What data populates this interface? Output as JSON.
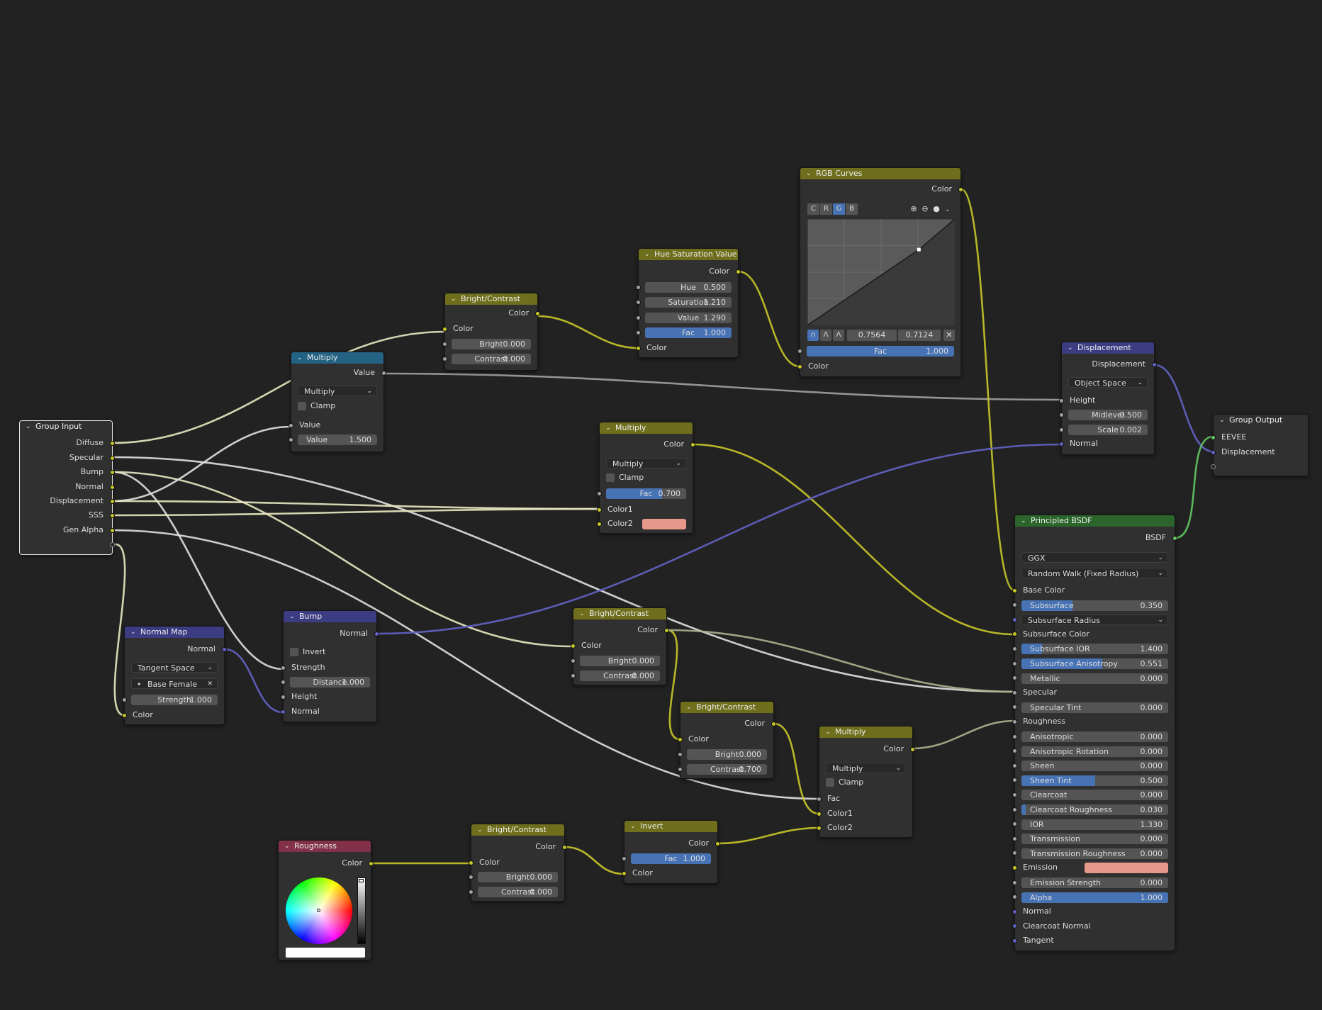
{
  "colors": {
    "yellow": "#c7c729",
    "gray": "#a1a1a1",
    "purple": "#6363c7",
    "green": "#63c763",
    "emission": "#e8978b",
    "header_converter": "#246283",
    "header_color": "#6e6e1d",
    "header_vector": "#3c3c83",
    "header_shader": "#2b652b",
    "header_input": "#83314a"
  },
  "group_input": {
    "title": "Group Input",
    "outputs": [
      "Diffuse",
      "Specular",
      "Bump",
      "Normal",
      "Displacement",
      "SSS",
      "Gen Alpha"
    ]
  },
  "multiply1": {
    "title": "Multiply",
    "out": "Value",
    "mode": "Multiply",
    "clamp": "Clamp",
    "in_value": "Value",
    "value_label": "Value",
    "value": "1.500"
  },
  "bc1": {
    "title": "Bright/Contrast",
    "out": "Color",
    "in_color": "Color",
    "bright_label": "Bright",
    "bright": "0.000",
    "contrast_label": "Contrast",
    "contrast": "0.000"
  },
  "hsv": {
    "title": "Hue Saturation Value",
    "out": "Color",
    "hue_label": "Hue",
    "hue": "0.500",
    "sat_label": "Saturation",
    "sat": "1.210",
    "val_label": "Value",
    "val": "1.290",
    "fac_label": "Fac",
    "fac": "1.000",
    "in_color": "Color"
  },
  "curves": {
    "title": "RGB Curves",
    "out": "Color",
    "channels": [
      "C",
      "R",
      "G",
      "B"
    ],
    "px": "0.7564",
    "py": "0.7124",
    "fac_label": "Fac",
    "fac": "1.000",
    "in_color": "Color",
    "point": [
      0.7564,
      0.7124
    ]
  },
  "displacement": {
    "title": "Displacement",
    "out": "Displacement",
    "space": "Object Space",
    "in_height": "Height",
    "mid_label": "Midlevel",
    "mid": "0.500",
    "scale_label": "Scale",
    "scale": "0.002",
    "in_normal": "Normal"
  },
  "group_output": {
    "title": "Group Output",
    "inputs": [
      "EEVEE",
      "Displacement"
    ]
  },
  "multiply2": {
    "title": "Multiply",
    "out": "Color",
    "mode": "Multiply",
    "clamp": "Clamp",
    "fac_label": "Fac",
    "fac": "0.700",
    "c1": "Color1",
    "c2": "Color2"
  },
  "normal_map": {
    "title": "Normal Map",
    "out": "Normal",
    "space": "Tangent Space",
    "uvmap": "Base Female",
    "str_label": "Strength",
    "str": "1.000",
    "in_color": "Color"
  },
  "bump": {
    "title": "Bump",
    "out": "Normal",
    "invert": "Invert",
    "in_strength": "Strength",
    "dist_label": "Distance",
    "dist": "1.000",
    "in_height": "Height",
    "in_normal": "Normal"
  },
  "bc2": {
    "title": "Bright/Contrast",
    "out": "Color",
    "in_color": "Color",
    "bright_label": "Bright",
    "bright": "0.000",
    "contrast_label": "Contrast",
    "contrast": "0.000"
  },
  "bc3": {
    "title": "Bright/Contrast",
    "out": "Color",
    "in_color": "Color",
    "bright_label": "Bright",
    "bright": "0.000",
    "contrast_label": "Contrast",
    "contrast": "-0.700"
  },
  "multiply3": {
    "title": "Multiply",
    "out": "Color",
    "mode": "Multiply",
    "clamp": "Clamp",
    "fac": "Fac",
    "c1": "Color1",
    "c2": "Color2"
  },
  "roughness": {
    "title": "Roughness",
    "out": "Color"
  },
  "bc4": {
    "title": "Bright/Contrast",
    "out": "Color",
    "in_color": "Color",
    "bright_label": "Bright",
    "bright": "0.000",
    "contrast_label": "Contrast",
    "contrast": "0.000"
  },
  "invert": {
    "title": "Invert",
    "out": "Color",
    "fac_label": "Fac",
    "fac": "1.000",
    "in_color": "Color"
  },
  "bsdf": {
    "title": "Principled BSDF",
    "out": "BSDF",
    "dist": "GGX",
    "ss_method": "Random Walk (Fixed Radius)",
    "rows": [
      {
        "label": "Base Color",
        "type": "socket",
        "sock": "y"
      },
      {
        "label": "Subsurface",
        "value": "0.350",
        "fill": 0.35,
        "sock": "g"
      },
      {
        "label": "Subsurface Radius",
        "type": "combo",
        "sock": "p"
      },
      {
        "label": "Subsurface Color",
        "type": "socket",
        "sock": "y"
      },
      {
        "label": "Subsurface IOR",
        "value": "1.400",
        "fill": 0.14,
        "sock": "g"
      },
      {
        "label": "Subsurface Anisotropy",
        "value": "0.551",
        "fill": 0.551,
        "sock": "g"
      },
      {
        "label": "Metallic",
        "value": "0.000",
        "fill": 0,
        "sock": "g"
      },
      {
        "label": "Specular",
        "type": "socket",
        "sock": "g"
      },
      {
        "label": "Specular Tint",
        "value": "0.000",
        "fill": 0,
        "sock": "g"
      },
      {
        "label": "Roughness",
        "type": "socket",
        "sock": "g"
      },
      {
        "label": "Anisotropic",
        "value": "0.000",
        "fill": 0,
        "sock": "g"
      },
      {
        "label": "Anisotropic Rotation",
        "value": "0.000",
        "fill": 0,
        "sock": "g"
      },
      {
        "label": "Sheen",
        "value": "0.000",
        "fill": 0,
        "sock": "g"
      },
      {
        "label": "Sheen Tint",
        "value": "0.500",
        "fill": 0.5,
        "sock": "g"
      },
      {
        "label": "Clearcoat",
        "value": "0.000",
        "fill": 0,
        "sock": "g"
      },
      {
        "label": "Clearcoat Roughness",
        "value": "0.030",
        "fill": 0.03,
        "sock": "g"
      },
      {
        "label": "IOR",
        "value": "1.330",
        "fill": 0,
        "sock": "g"
      },
      {
        "label": "Transmission",
        "value": "0.000",
        "fill": 0,
        "sock": "g"
      },
      {
        "label": "Transmission Roughness",
        "value": "0.000",
        "fill": 0,
        "sock": "g"
      },
      {
        "label": "Emission",
        "type": "color",
        "sock": "y"
      },
      {
        "label": "Emission Strength",
        "value": "0.000",
        "fill": 0,
        "sock": "g"
      },
      {
        "label": "Alpha",
        "value": "1.000",
        "fill": 1,
        "sock": "g"
      },
      {
        "label": "Normal",
        "type": "socket",
        "sock": "p"
      },
      {
        "label": "Clearcoat Normal",
        "type": "socket",
        "sock": "p"
      },
      {
        "label": "Tangent",
        "type": "socket",
        "sock": "p"
      }
    ]
  }
}
